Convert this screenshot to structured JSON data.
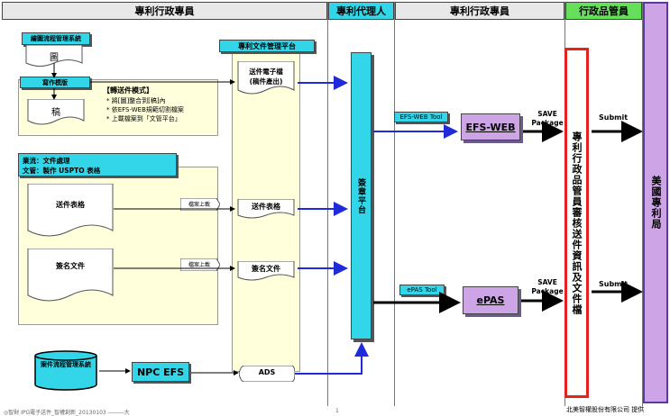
{
  "headers": {
    "admin_left": "專利行政專員",
    "agent": "專利代理人",
    "admin_right": "專利行政專員",
    "manager": "行政品管員"
  },
  "drawing_system": {
    "title": "繪圖流程管理系統",
    "doc": "圖"
  },
  "template_box": {
    "title": "寫作模版",
    "doc": "稿",
    "mode_title": "【轉送件模式】",
    "bullets": [
      "* 將[圖]整合到[稿]內",
      "* 依EFS-WEB規範切割檔案",
      "* 上載檔案到「文管平台」"
    ]
  },
  "doc_platform": {
    "title": "專利文件管理平台",
    "edoc": "送件電子檔\n(稿件產出)"
  },
  "workflow_box": {
    "line1": "業流：文件處理",
    "line2": "文管：製作 USPTO 表格"
  },
  "forms": {
    "filing_form": "送件表格",
    "signed_doc": "簽名文件",
    "upload": "檔案上載"
  },
  "signing_platform": "簽章平台",
  "efs": {
    "tool": "EFS-WEB Tool",
    "name": "EFS-WEB"
  },
  "epas": {
    "tool": "ePAS Tool",
    "name": "ePAS"
  },
  "save_package": "SAVE\nPackage",
  "submit": "Submit",
  "review_box": "專利行政品管員審核送件資訊及文件檔",
  "uspto": "美國專利局",
  "case_system": "案件流程管理系統",
  "npc_efs": "NPC EFS",
  "ads": "ADS",
  "footer_right": "北美智權股份有限公司 提供",
  "footer_left": "◎智財 IPG電子送件_智權創新_20130103 ―――大",
  "footer_page": "1",
  "colors": {
    "cyan": "#33d6e8",
    "purple": "#cda4e6",
    "red": "#e82020",
    "green": "#66e05a",
    "blue": "#1f2ad8"
  }
}
